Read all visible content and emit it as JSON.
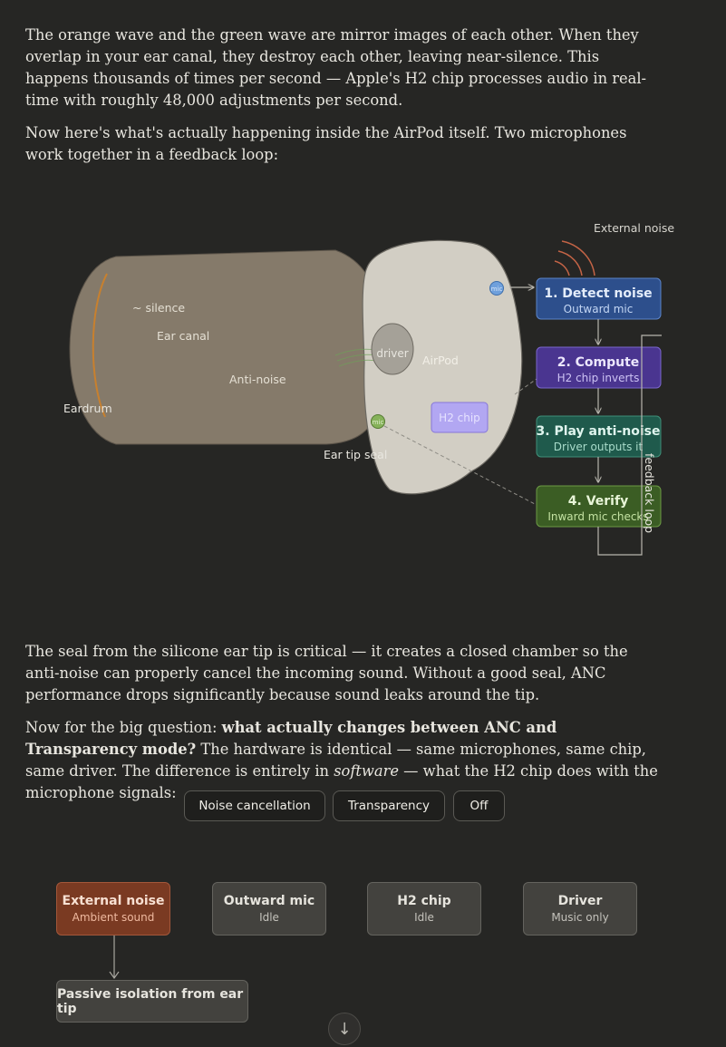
{
  "paragraphs": {
    "p1": "The orange wave and the green wave are mirror images of each other. When they overlap in your ear canal, they destroy each other, leaving near-silence. This happens thousands of times per second — Apple's H2 chip processes audio in real-time with roughly 48,000 adjustments per second.",
    "p2": "Now here's what's actually happening inside the AirPod itself. Two microphones work together in a feedback loop:",
    "p3": "The seal from the silicone ear tip is critical — it creates a closed chamber so the anti-noise can properly cancel the incoming sound. Without a good seal, ANC performance drops significantly because sound leaks around the tip.",
    "p4_prefix": "Now for the big question: ",
    "p4_bold": "what actually changes between ANC and Transparency mode?",
    "p4_mid": " The hardware is identical — same microphones, same chip, same driver. The difference is entirely in ",
    "p4_italic": "software",
    "p4_suffix": " — what the H2 chip does with the microphone signals:"
  },
  "diagram": {
    "external_noise": "External noise",
    "silence": "~ silence",
    "ear_canal": "Ear canal",
    "anti_noise": "Anti-noise",
    "eardrum": "Eardrum",
    "driver": "driver",
    "airpod": "AirPod",
    "h2_chip": "H2 chip",
    "ear_tip_seal": "Ear tip seal",
    "mic_out": "mic",
    "mic_in": "mic",
    "feedback_loop": "feedback loop",
    "steps": [
      {
        "title": "1. Detect noise",
        "sub": "Outward mic"
      },
      {
        "title": "2. Compute",
        "sub": "H2 chip inverts"
      },
      {
        "title": "3. Play anti-noise",
        "sub": "Driver outputs it"
      },
      {
        "title": "4. Verify",
        "sub": "Inward mic checks"
      }
    ]
  },
  "modes": {
    "anc": "Noise cancellation",
    "transparency": "Transparency",
    "off": "Off"
  },
  "flow": {
    "external": {
      "title": "External noise",
      "sub": "Ambient sound"
    },
    "outward_mic": {
      "title": "Outward mic",
      "sub": "Idle"
    },
    "h2": {
      "title": "H2 chip",
      "sub": "Idle"
    },
    "driver": {
      "title": "Driver",
      "sub": "Music only"
    },
    "passive": "Passive isolation from ear tip"
  },
  "scroll_icon": "arrow-down-icon",
  "colors": {
    "background": "#262624",
    "step1": "#2d4f8c",
    "step2": "#4a3590",
    "step3": "#1f5a4c",
    "step4": "#3b5d24",
    "external_active": "#7a3a22"
  }
}
